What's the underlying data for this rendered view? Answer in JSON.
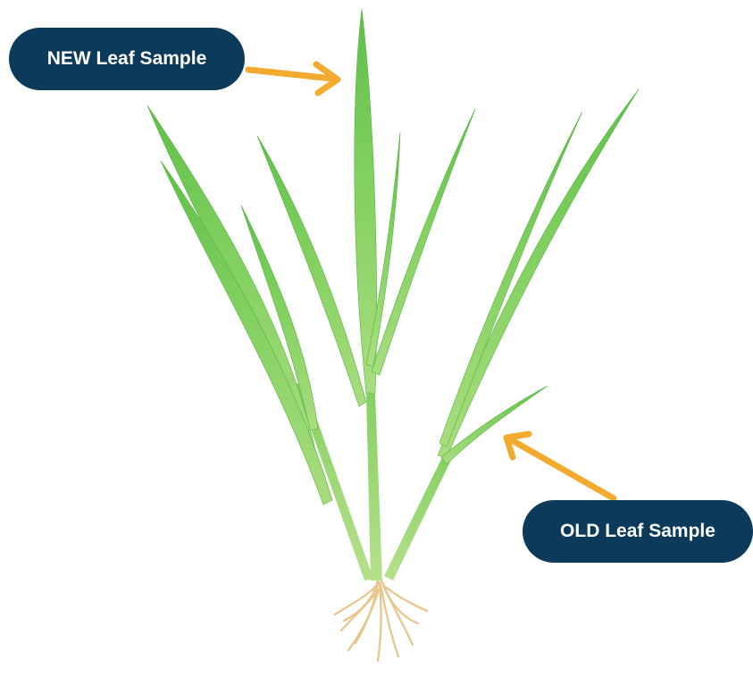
{
  "colors": {
    "background": "#ffffff",
    "label_bg": "#0b3a5a",
    "label_text": "#ffffff",
    "arrow": "#f2ab2e",
    "leaf_dark": "#5fbf4a",
    "leaf_light": "#a9dd7f",
    "root": "#e8c48a"
  },
  "labels": {
    "new_leaf": "NEW Leaf Sample",
    "old_leaf": "OLD Leaf Sample"
  },
  "icons": {
    "plant": "grass-plant-illustration",
    "new_arrow": "arrow-right-icon",
    "old_arrow": "arrow-up-left-icon"
  }
}
